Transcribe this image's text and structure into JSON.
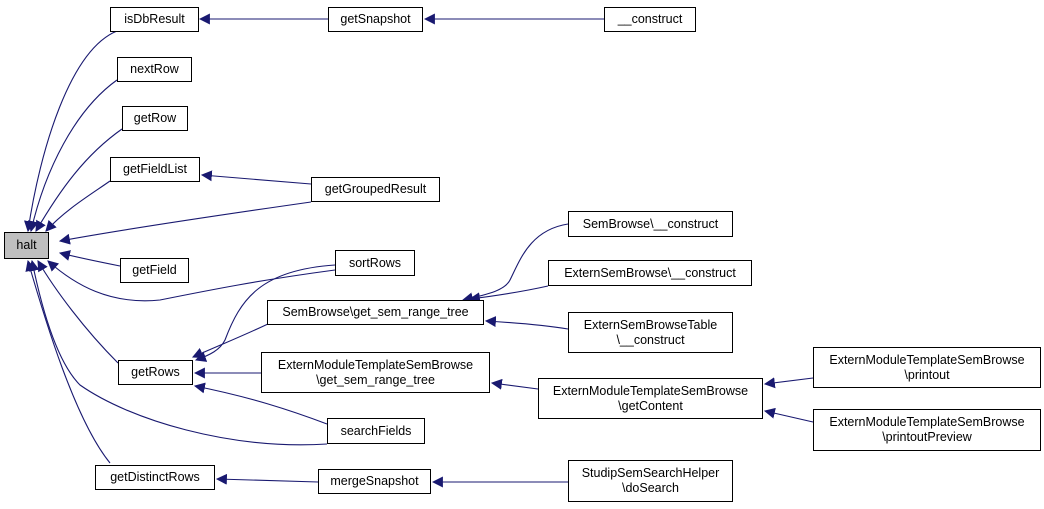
{
  "colors": {
    "edge": "#191970",
    "root_fill": "#bfbfbf",
    "node_fill": "#ffffff",
    "border": "#000000"
  },
  "nodes": {
    "halt": {
      "line1": "halt"
    },
    "isDbResult": {
      "line1": "isDbResult"
    },
    "nextRow": {
      "line1": "nextRow"
    },
    "getRow": {
      "line1": "getRow"
    },
    "getFieldList": {
      "line1": "getFieldList"
    },
    "getField": {
      "line1": "getField"
    },
    "getRows": {
      "line1": "getRows"
    },
    "getDistinctRows": {
      "line1": "getDistinctRows"
    },
    "getSnapshot": {
      "line1": "getSnapshot"
    },
    "construct": {
      "line1": "__construct"
    },
    "getGroupedResult": {
      "line1": "getGroupedResult"
    },
    "sortRows": {
      "line1": "sortRows"
    },
    "semBrowseTree": {
      "line1": "SemBrowse\\get_sem_range_tree"
    },
    "extModTree": {
      "line1": "ExternModuleTemplateSemBrowse",
      "line2": "\\get_sem_range_tree"
    },
    "searchFields": {
      "line1": "searchFields"
    },
    "mergeSnapshot": {
      "line1": "mergeSnapshot"
    },
    "semBrowseConstruct": {
      "line1": "SemBrowse\\__construct"
    },
    "externSemBrowseConstruct": {
      "line1": "ExternSemBrowse\\__construct"
    },
    "externSemBrowseTable": {
      "line1": "ExternSemBrowseTable",
      "line2": "\\__construct"
    },
    "extModGetContent": {
      "line1": "ExternModuleTemplateSemBrowse",
      "line2": "\\getContent"
    },
    "extModPrintout": {
      "line1": "ExternModuleTemplateSemBrowse",
      "line2": "\\printout"
    },
    "extModPrintoutPreview": {
      "line1": "ExternModuleTemplateSemBrowse",
      "line2": "\\printoutPreview"
    },
    "studipDoSearch": {
      "line1": "StudipSemSearchHelper",
      "line2": "\\doSearch"
    }
  }
}
